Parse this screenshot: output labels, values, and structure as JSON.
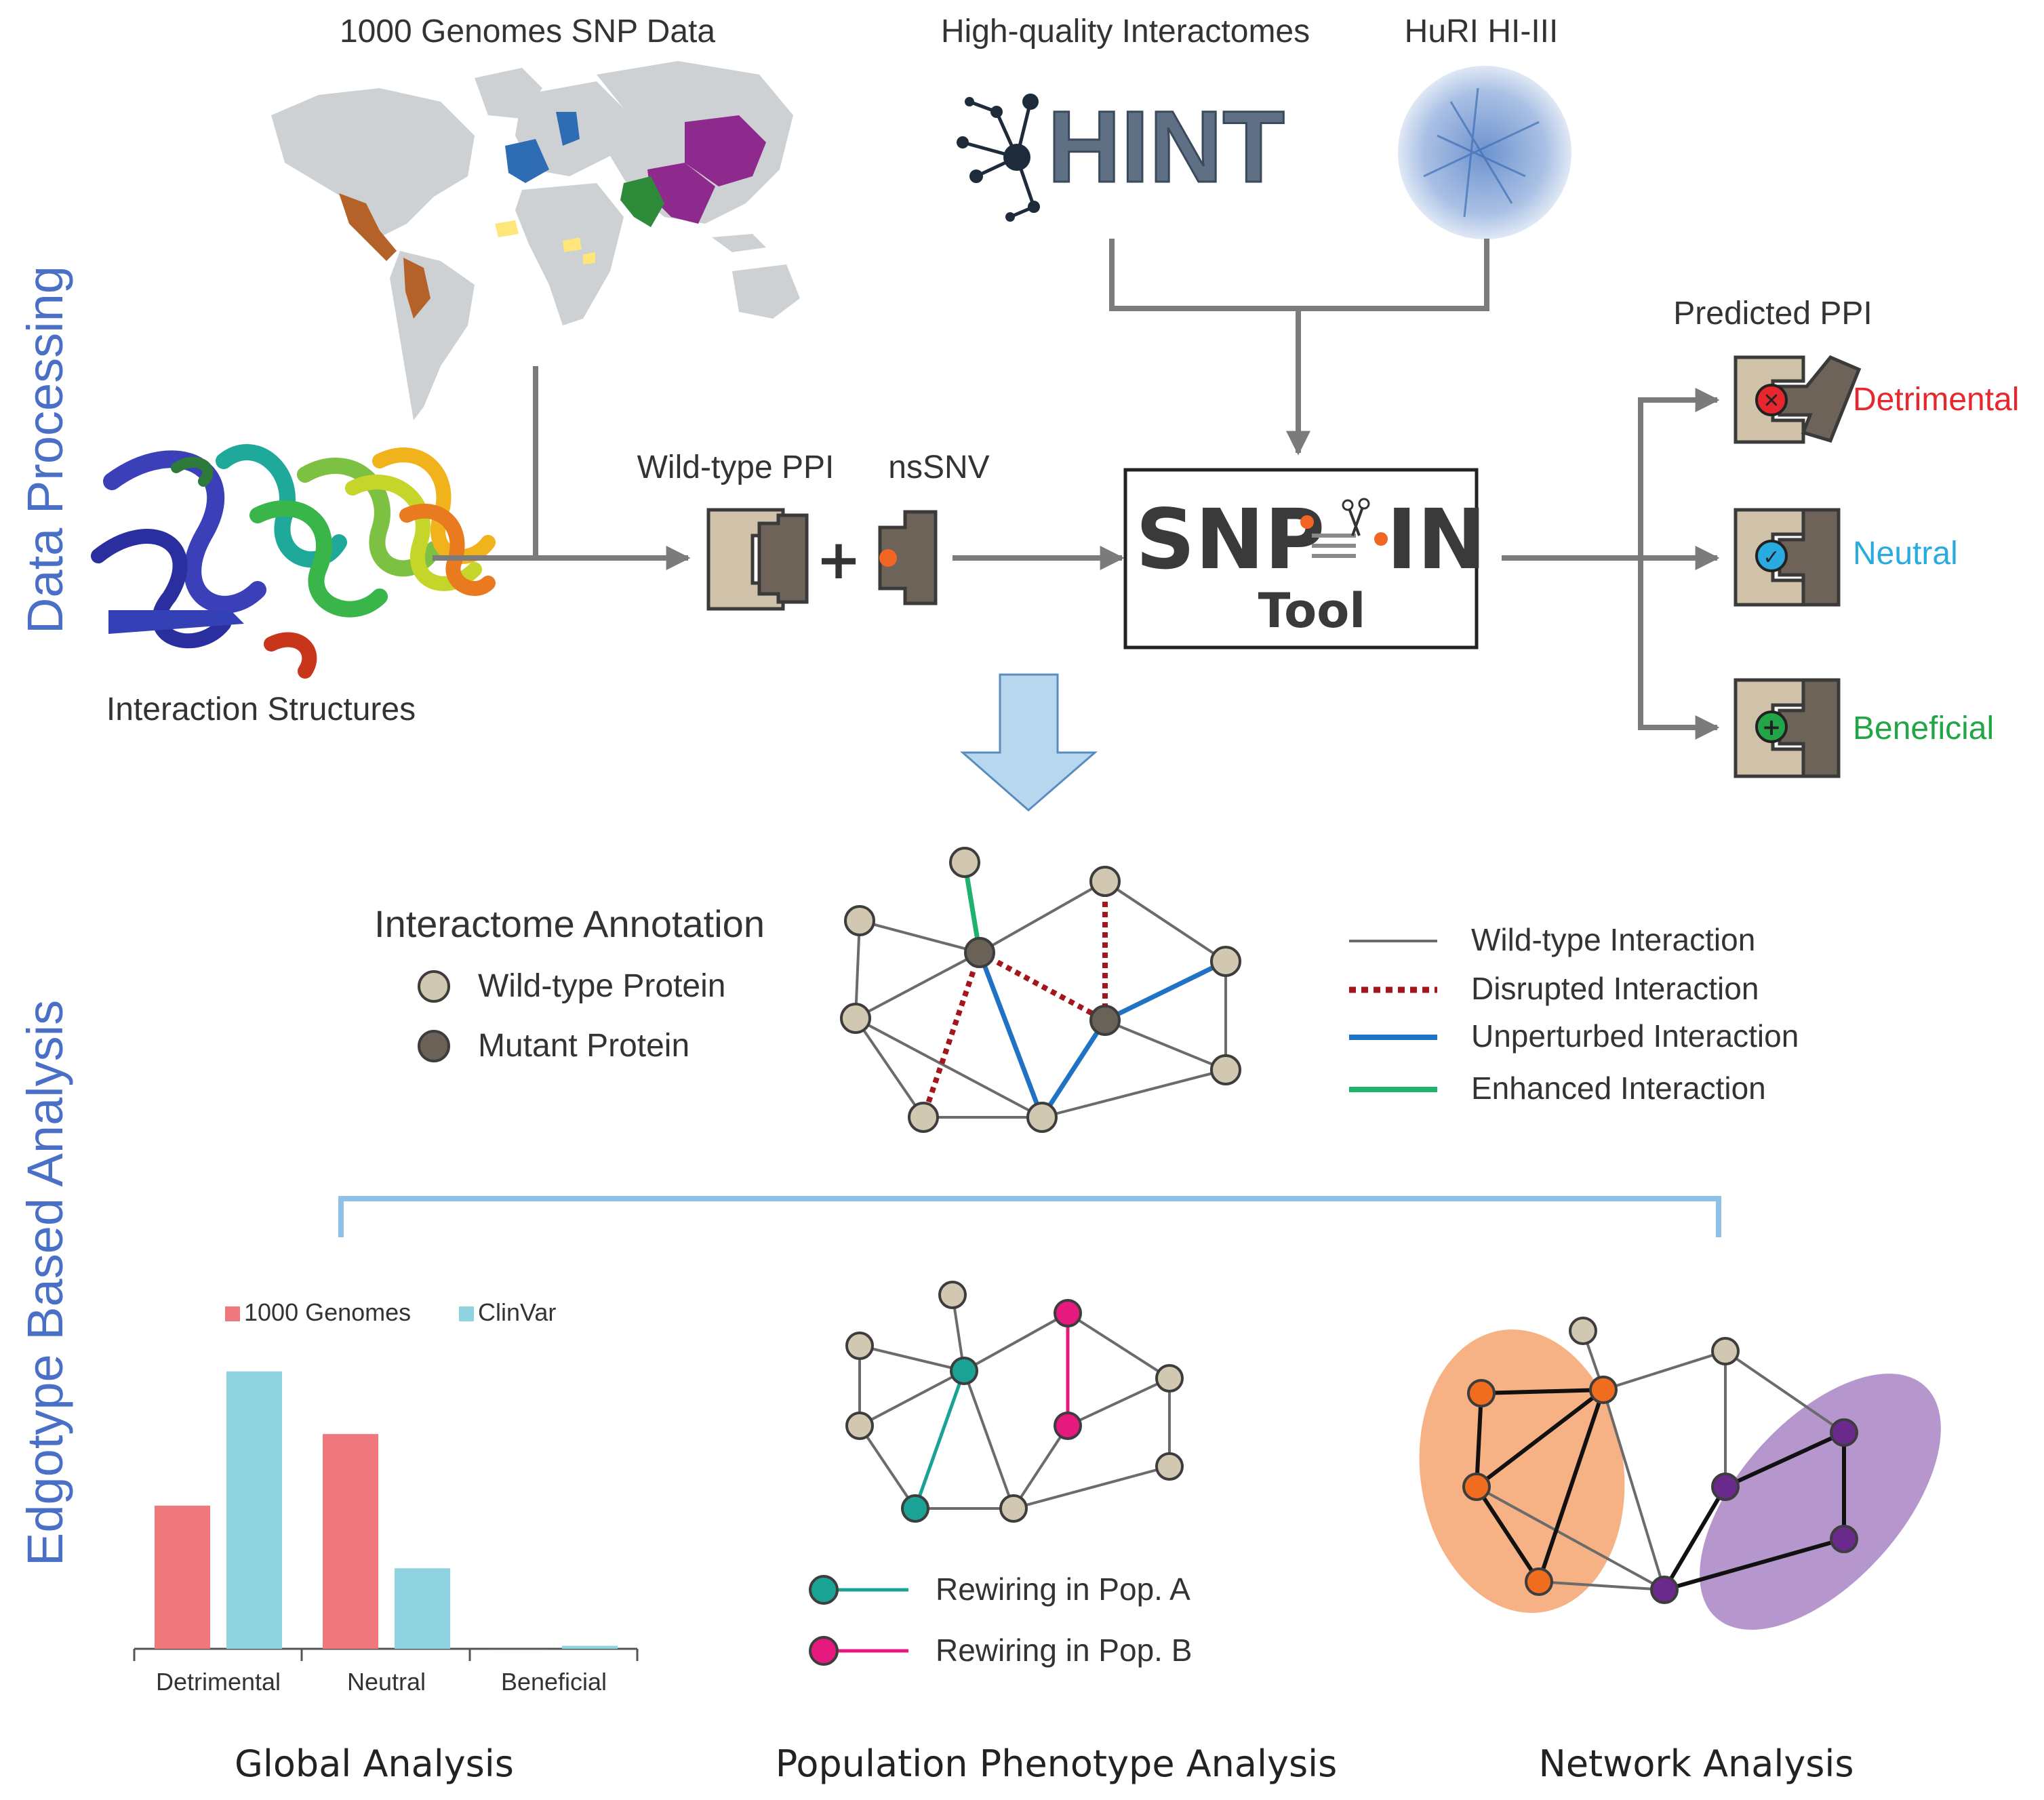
{
  "side_labels": {
    "data_processing": "Data Processing",
    "edgotype_analysis": "Edgotype Based Analysis"
  },
  "sources": {
    "snp_title": "1000 Genomes SNP Data",
    "interactomes_title": "High-quality Interactomes",
    "huri_title": "HuRI HI-III",
    "hint_logo": "HINT",
    "structures_caption": "Interaction Structures"
  },
  "pipeline": {
    "wildtype_label": "Wild-type PPI",
    "nssnv_label": "nsSNV",
    "plus": "+",
    "tool_name_left": "SNP",
    "tool_name_right": "IN",
    "tool_sub": "Tool"
  },
  "predicted": {
    "title": "Predicted PPI",
    "outcomes": [
      {
        "label": "Detrimental",
        "color": "#e8262d",
        "icon": "cross-icon"
      },
      {
        "label": "Neutral",
        "color": "#29abe2",
        "icon": "check-icon"
      },
      {
        "label": "Beneficial",
        "color": "#22a546",
        "icon": "plus-icon"
      }
    ]
  },
  "annotation": {
    "title": "Interactome Annotation",
    "node_legend": [
      "Wild-type Protein",
      "Mutant Protein"
    ],
    "edge_legend": [
      {
        "label": "Wild-type Interaction",
        "color": "#6b6b6b",
        "style": "solid"
      },
      {
        "label": "Disrupted Interaction",
        "color": "#a3161c",
        "style": "dotted"
      },
      {
        "label": "Unperturbed Interaction",
        "color": "#1f72c4",
        "style": "solid"
      },
      {
        "label": "Enhanced Interaction",
        "color": "#1db36d",
        "style": "solid"
      }
    ]
  },
  "chart_data": {
    "type": "bar",
    "categories": [
      "Detrimental",
      "Neutral",
      "Beneficial"
    ],
    "series": [
      {
        "name": "1000 Genomes",
        "color": "#ef787c",
        "values": [
          0.48,
          0.72,
          0.0
        ]
      },
      {
        "name": "ClinVar",
        "color": "#8fd3e0",
        "values": [
          0.93,
          0.27,
          0.01
        ]
      }
    ],
    "ylim": [
      0,
      1
    ],
    "xlabel": "",
    "ylabel": "",
    "title": "",
    "legend_position": "top"
  },
  "population": {
    "legend": [
      {
        "label": "Rewiring in Pop. A",
        "color": "#1aa394"
      },
      {
        "label": "Rewiring in Pop. B",
        "color": "#e6197f"
      }
    ]
  },
  "bottom_titles": [
    "Global Analysis",
    "Population Phenotype Analysis",
    "Network Analysis"
  ],
  "colors": {
    "wildtype_node": "#d2c7b1",
    "mutant_node": "#6b6257",
    "node_stroke": "#3d3d3d",
    "arrow": "#7b7b7b",
    "protein_light": "#cfc2a9",
    "protein_dark": "#6d6358",
    "orange_cluster": "#f4a470",
    "purple_cluster": "#a884c4",
    "down_arrow": "#b7d7ef",
    "bracket": "#8fc1e6"
  }
}
